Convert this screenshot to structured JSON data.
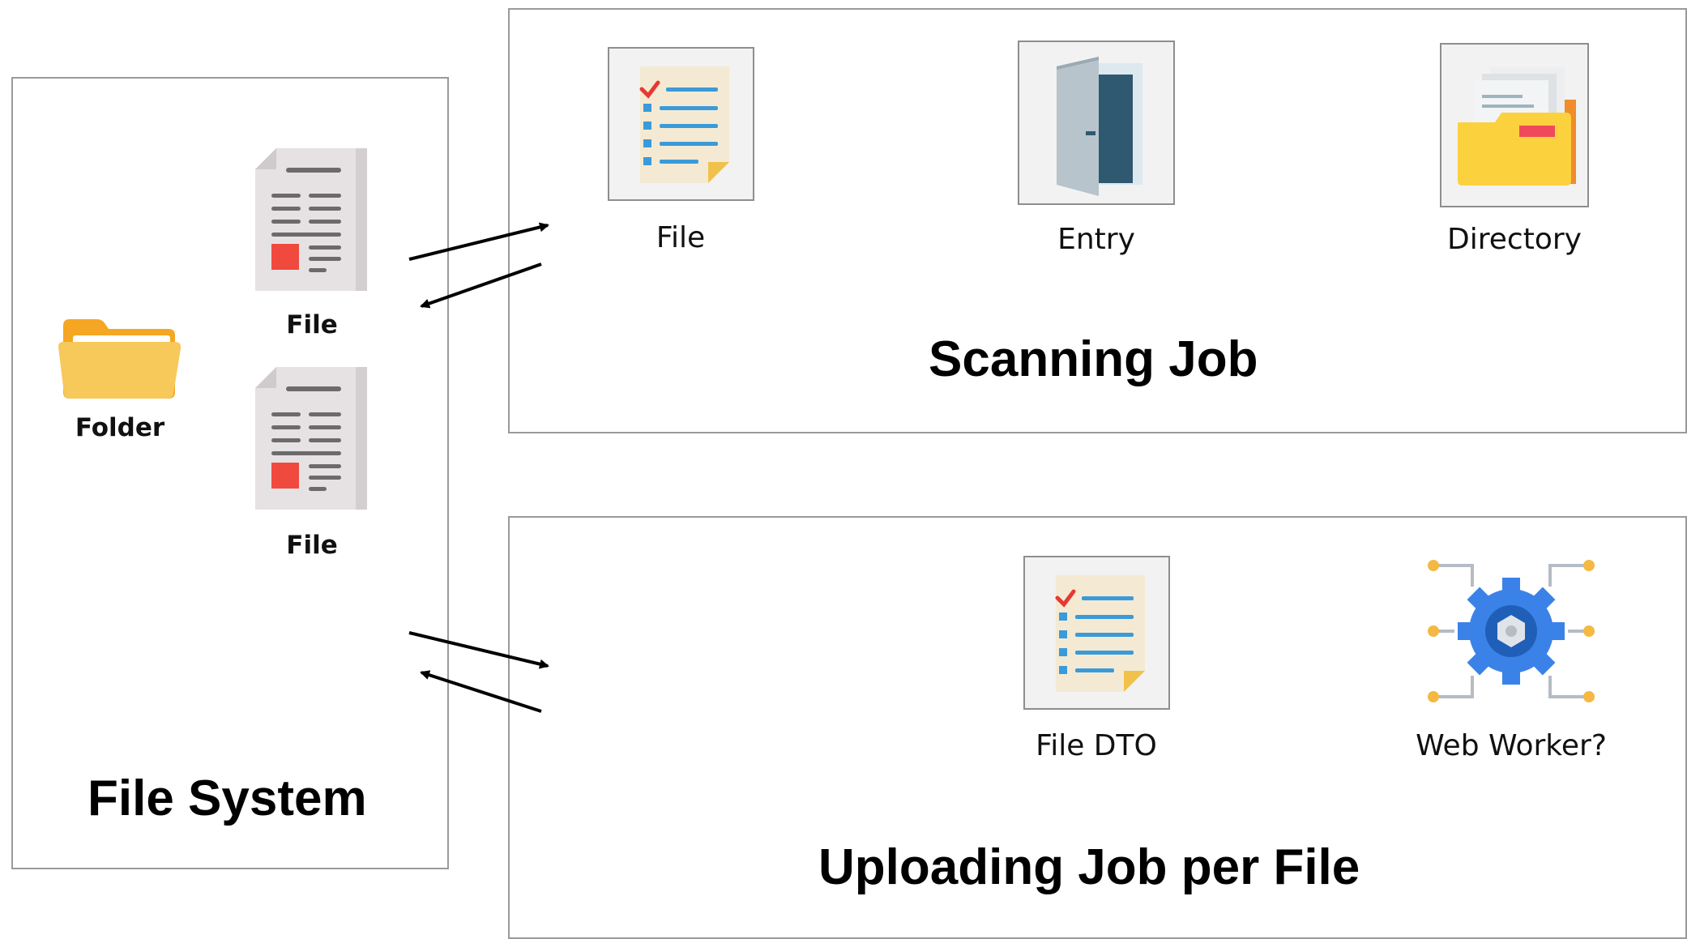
{
  "file_system": {
    "title": "File System",
    "folder_label": "Folder",
    "file_labels": [
      "File",
      "File"
    ]
  },
  "scanning_job": {
    "title": "Scanning Job",
    "items": [
      {
        "label": "File",
        "icon": "checklist-document-icon"
      },
      {
        "label": "Entry",
        "icon": "door-icon"
      },
      {
        "label": "Directory",
        "icon": "folder-with-papers-icon"
      }
    ]
  },
  "uploading_job": {
    "title": "Uploading Job per File",
    "items": [
      {
        "label": "File DTO",
        "icon": "checklist-document-icon"
      },
      {
        "label": "Web Worker?",
        "icon": "gear-network-icon"
      }
    ]
  },
  "colors": {
    "box_border": "#9a9a9a",
    "folder_yellow": "#f7c85a",
    "doc_red": "#f04a3e",
    "gear_blue": "#3b82e8"
  }
}
